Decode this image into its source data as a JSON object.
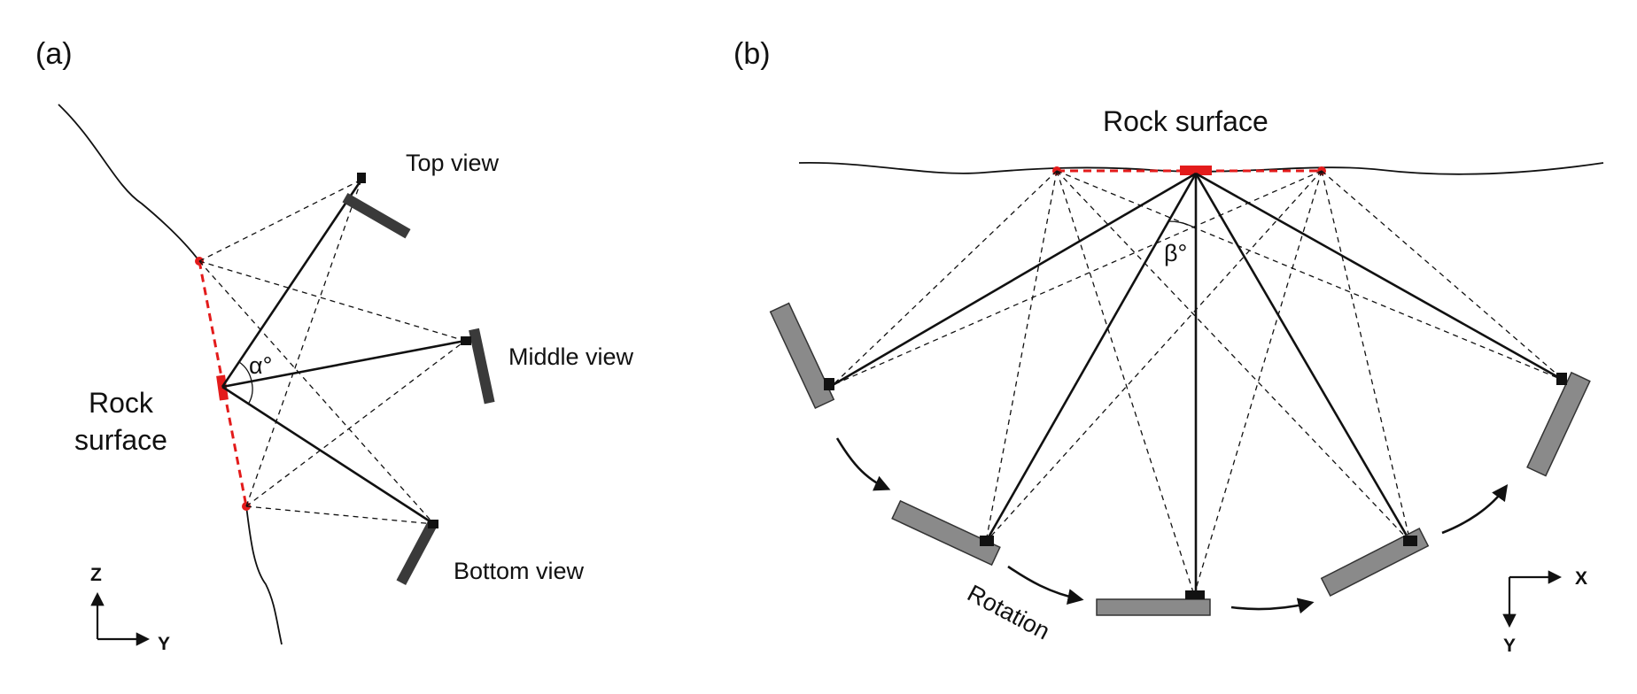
{
  "colors": {
    "ink": "#111111",
    "laser": "#e31b1b",
    "scanner_a": "#3a3a3a",
    "scanner_b": "#8a8a8a"
  },
  "panel_a": {
    "label": "(a)",
    "surface_label": [
      "Rock",
      "surface"
    ],
    "views": {
      "top": "Top view",
      "middle": "Middle view",
      "bottom": "Bottom view"
    },
    "angle_label": "α°",
    "axes": {
      "vertical": "Z",
      "horizontal": "Y"
    }
  },
  "panel_b": {
    "label": "(b)",
    "surface_label": "Rock surface",
    "angle_label": "β°",
    "rotation_label": "Rotation",
    "axes": {
      "horizontal": "X",
      "vertical": "Y"
    }
  }
}
